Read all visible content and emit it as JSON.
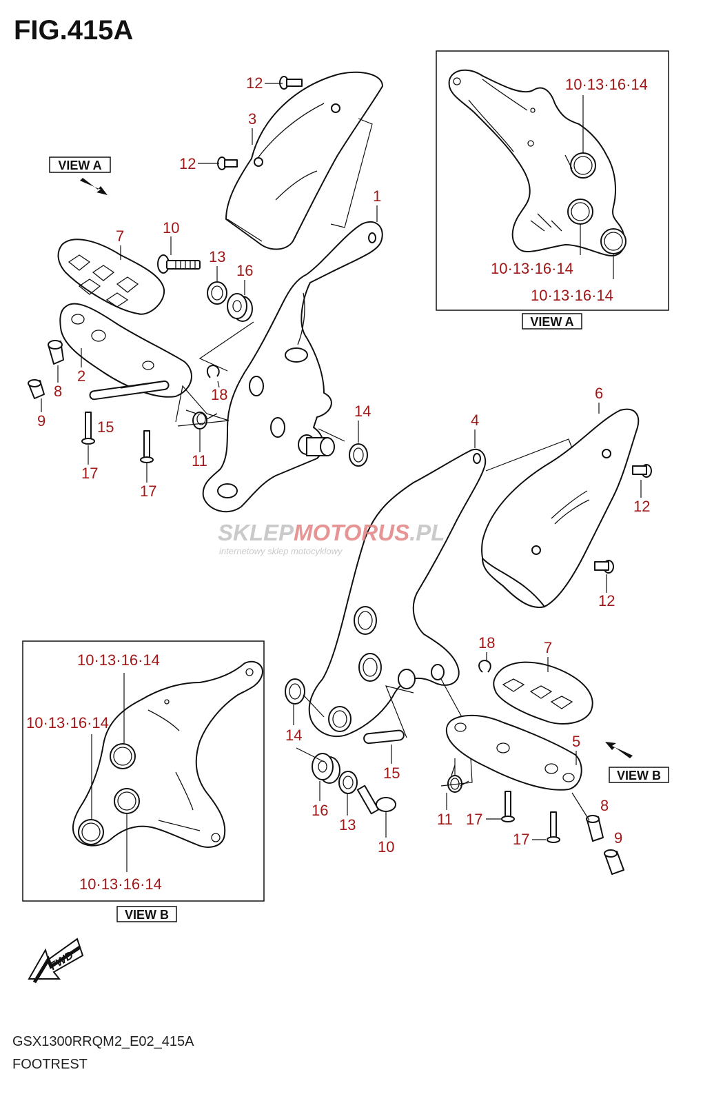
{
  "figure": {
    "title": "FIG.415A",
    "model_code": "GSX1300RRQM2_E02_415A",
    "name": "FOOTREST"
  },
  "colors": {
    "callout": "#a01818",
    "line": "#111111",
    "watermark_gray": "#bdbdbd",
    "watermark_red": "#e07a7a"
  },
  "view_tags": {
    "view_a_label": "VIEW A",
    "view_b_label": "VIEW B"
  },
  "watermark": {
    "brand_part1": "SKLEP",
    "brand_part2": "MOTO",
    "brand_part3": "RUS",
    "brand_part4": ".PL",
    "tagline": "internetowy sklep motocyklowy"
  },
  "fwd_label": "FWD",
  "callouts": {
    "c12a": "12",
    "c3": "3",
    "c12b": "12",
    "c1": "1",
    "c7a": "7",
    "c10a": "10",
    "c13a": "13",
    "c16a": "16",
    "c8a": "8",
    "c2": "2",
    "c9a": "9",
    "c18a": "18",
    "c15a": "15",
    "c14a": "14",
    "c11a": "11",
    "c17a": "17",
    "c17b": "17",
    "c6": "6",
    "c4": "4",
    "c12c": "12",
    "c12d": "12",
    "c18b": "18",
    "c7b": "7",
    "c14b": "14",
    "c15b": "15",
    "c5": "5",
    "c16b": "16",
    "c13b": "13",
    "c10b": "10",
    "c11b": "11",
    "c17c": "17",
    "c17d": "17",
    "c8b": "8",
    "c9b": "9"
  },
  "view_a_callouts": [
    "10·13·16·14",
    "10·13·16·14",
    "10·13·16·14"
  ],
  "view_b_callouts": [
    "10·13·16·14",
    "10·13·16·14",
    "10·13·16·14"
  ]
}
